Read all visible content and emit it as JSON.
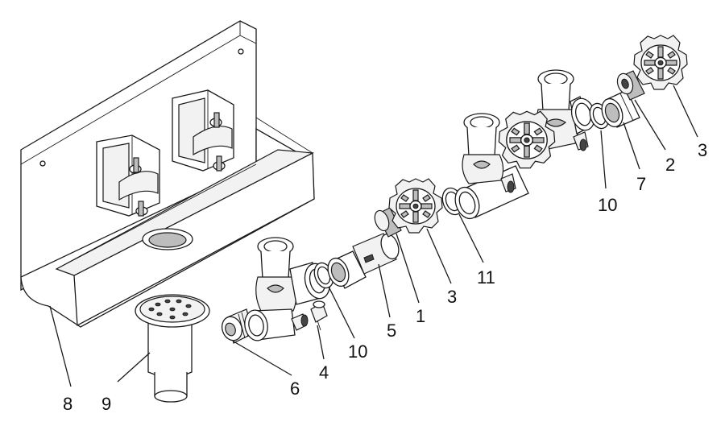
{
  "callouts": [
    {
      "id": "c1",
      "label": "1"
    },
    {
      "id": "c2",
      "label": "2"
    },
    {
      "id": "c3a",
      "label": "3"
    },
    {
      "id": "c3b",
      "label": "3"
    },
    {
      "id": "c4",
      "label": "4"
    },
    {
      "id": "c5",
      "label": "5"
    },
    {
      "id": "c6",
      "label": "6"
    },
    {
      "id": "c7",
      "label": "7"
    },
    {
      "id": "c8",
      "label": "8"
    },
    {
      "id": "c9",
      "label": "9"
    },
    {
      "id": "c10a",
      "label": "10"
    },
    {
      "id": "c10b",
      "label": "10"
    },
    {
      "id": "c11",
      "label": "11"
    }
  ]
}
